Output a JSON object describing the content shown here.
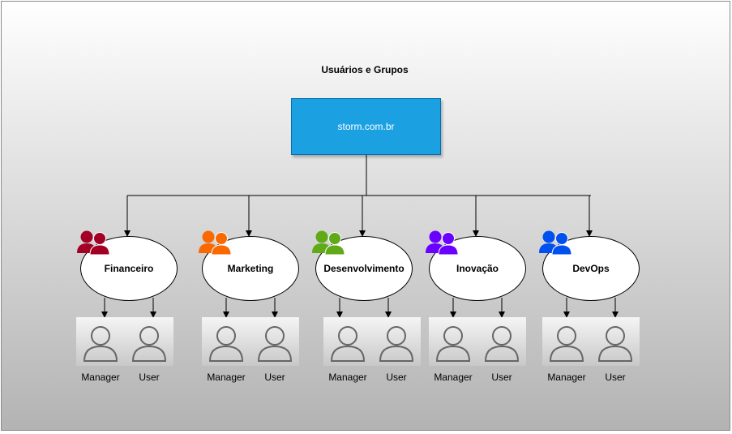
{
  "diagram": {
    "title": "Usuários e Grupos",
    "root": {
      "label": "storm.com.br",
      "color": "#1ba1e2"
    },
    "groups": [
      {
        "name": "Financeiro",
        "icon": "users-icon",
        "color": "#a20025",
        "roles": [
          "Manager",
          "User"
        ]
      },
      {
        "name": "Marketing",
        "icon": "users-icon",
        "color": "#fa6800",
        "roles": [
          "Manager",
          "User"
        ]
      },
      {
        "name": "Desenvolvimento",
        "icon": "users-icon",
        "color": "#60a917",
        "roles": [
          "Manager",
          "User"
        ]
      },
      {
        "name": "Inovação",
        "icon": "users-icon",
        "color": "#6a00ff",
        "roles": [
          "Manager",
          "User"
        ]
      },
      {
        "name": "DevOps",
        "icon": "users-icon",
        "color": "#0050ef",
        "roles": [
          "Manager",
          "User"
        ]
      }
    ]
  }
}
